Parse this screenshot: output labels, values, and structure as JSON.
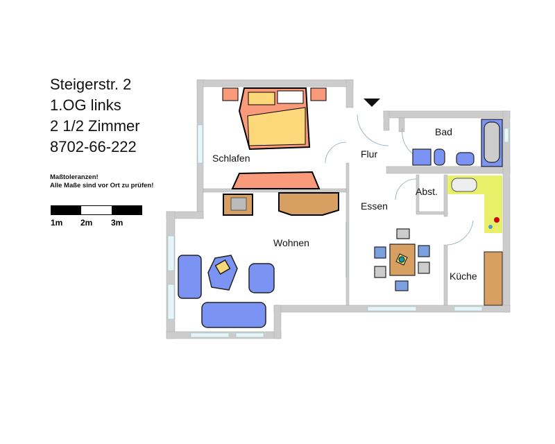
{
  "header": {
    "address": "Steigerstr. 2",
    "floor": "1.OG links",
    "rooms": "2 1/2 Zimmer",
    "reference": "8702-66-222"
  },
  "notes": {
    "line1": "Maßtoleranzen!",
    "line2": "Alle Maße sind vor Ort zu prüfen!"
  },
  "scale_bar": {
    "labels": [
      "1m",
      "2m",
      "3m"
    ]
  },
  "rooms": {
    "schlafen": "Schlafen",
    "flur": "Flur",
    "bad": "Bad",
    "abst": "Abst.",
    "essen": "Essen",
    "wohnen": "Wohnen",
    "kueche": "Küche"
  },
  "colors": {
    "wall": "#cccccc",
    "bed": "#fcd87a",
    "salmon": "#f99a7a",
    "blue_furniture": "#7b93f3",
    "wood": "#d89f62",
    "kitchen": "#e8f06a"
  }
}
